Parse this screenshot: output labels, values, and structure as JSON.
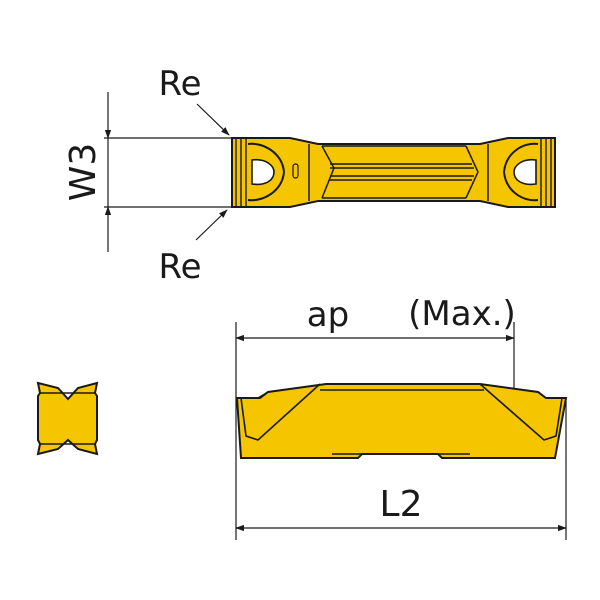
{
  "labels": {
    "re_top": "Re",
    "re_bottom": "Re",
    "w3": "W3",
    "ap": "ap",
    "max": "(Max.)",
    "l2": "L2"
  },
  "colors": {
    "insert_fill": "#f5c500",
    "outline": "#1a1a1a",
    "background": "#ffffff"
  }
}
